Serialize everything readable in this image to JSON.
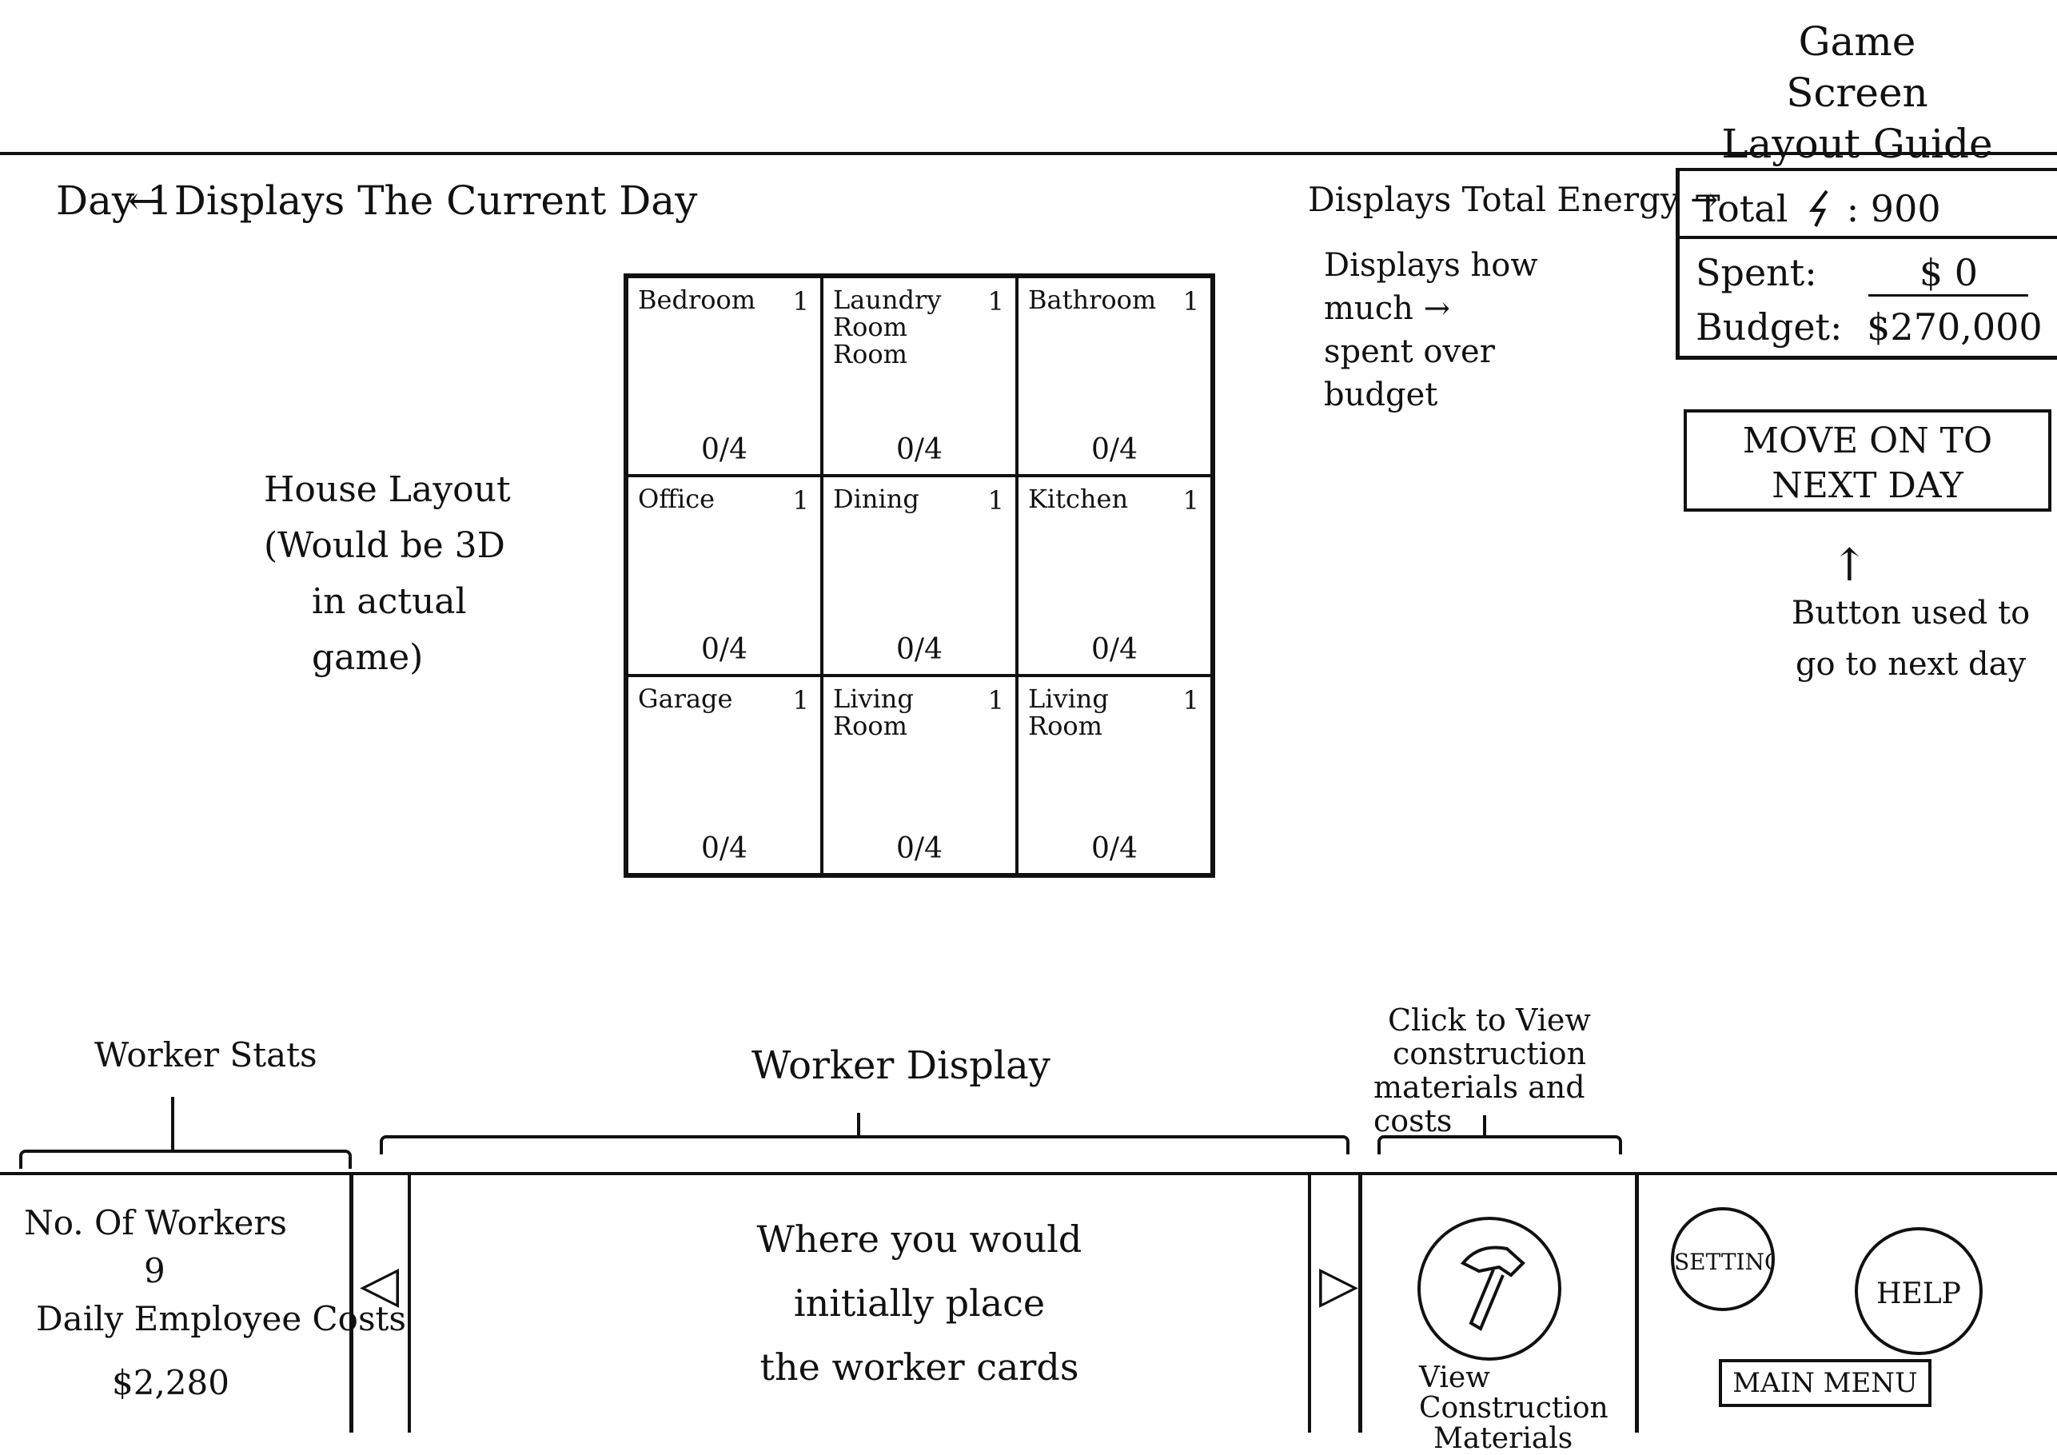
{
  "title": {
    "line1": "Game Screen",
    "line2": "Layout Guide"
  },
  "day": {
    "text": "Day 1",
    "label": "← Displays The Current Day"
  },
  "house": {
    "note_line1": "House Layout",
    "note_line2": "(Would be 3D",
    "note_line3": "in actual game)",
    "rooms": [
      {
        "name": "Bedroom",
        "level": "1",
        "count": "0/4"
      },
      {
        "name": "Laundry Room Room",
        "level": "1",
        "count": "0/4"
      },
      {
        "name": "Bathroom",
        "level": "1",
        "count": "0/4"
      },
      {
        "name": "Office",
        "level": "1",
        "count": "0/4"
      },
      {
        "name": "Dining",
        "level": "1",
        "count": "0/4"
      },
      {
        "name": "Kitchen",
        "level": "1",
        "count": "0/4"
      },
      {
        "name": "Garage",
        "level": "1",
        "count": "0/4"
      },
      {
        "name": "Living Room",
        "level": "1",
        "count": "0/4"
      },
      {
        "name": "Living Room",
        "level": "1",
        "count": "0/4"
      }
    ]
  },
  "stats": {
    "energy_label": "Total",
    "energy_icon": "lightning-bolt-icon",
    "energy_value": ": 900",
    "spent_label": "Spent:",
    "spent_value": "$ 0",
    "budget_label": "Budget:",
    "budget_value": "$270,000",
    "energy_note": "Displays Total Energy →",
    "spent_note_line1": "Displays how much →",
    "spent_note_line2": "spent over budget"
  },
  "next_day": {
    "button_line1": "MOVE ON TO",
    "button_line2": "NEXT DAY",
    "note_line1": "Button used to",
    "note_line2": "go to next day"
  },
  "bottom": {
    "worker_stats_label": "Worker Stats",
    "worker_display_label": "Worker Display",
    "materials_label_line1": "Click to View",
    "materials_label_line2": "construction",
    "materials_label_line3": "materials and costs",
    "workers_title": "No. Of Workers",
    "workers_count": "9",
    "costs_title": "Daily Employee Costs",
    "costs_value": "$2,280",
    "worker_area_line1": "Where you would",
    "worker_area_line2": "initially place",
    "worker_area_line3": "the worker cards",
    "left_arrow": "◁",
    "right_arrow": "▷",
    "materials_caption_line1": "View Construction",
    "materials_caption_line2": "Materials",
    "settings_label": "SETTINGS",
    "help_label": "HELP",
    "main_menu_label": "MAIN MENU"
  }
}
